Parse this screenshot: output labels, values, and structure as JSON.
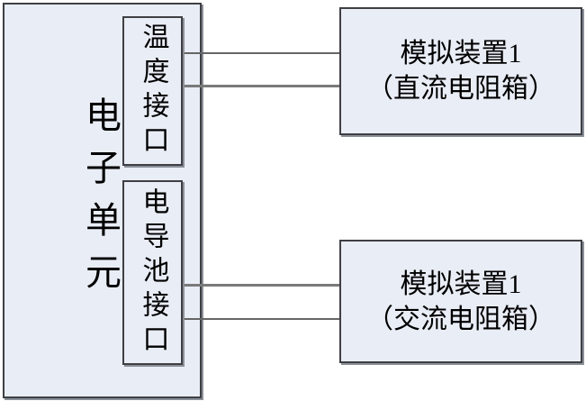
{
  "diagram": {
    "unit": {
      "label": "电子单元"
    },
    "interfaces": [
      {
        "label": "温度接口"
      },
      {
        "label": "电导池接口"
      }
    ],
    "devices": [
      {
        "title": "模拟装置1",
        "subtitle": "（直流电阻箱）"
      },
      {
        "title": "模拟装置1",
        "subtitle": "（交流电阻箱）"
      }
    ],
    "connections": [
      {
        "from": "温度接口",
        "to": "模拟装置1（直流电阻箱）",
        "lines": 2
      },
      {
        "from": "电导池接口",
        "to": "模拟装置1（交流电阻箱）",
        "lines": 2
      }
    ],
    "colors": {
      "box_fill": "#e9edf6",
      "box_border": "#3f3f44",
      "box_shadow": "#8a8f98",
      "connector_line": "#666666",
      "text": "#000000",
      "background": "#ffffff"
    }
  }
}
